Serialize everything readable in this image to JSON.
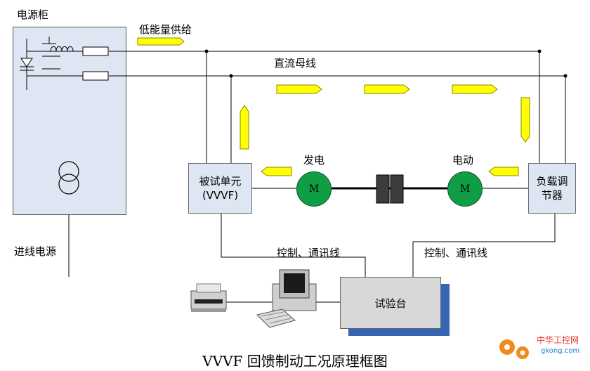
{
  "labels": {
    "cabinet_title": "电源柜",
    "low_energy": "低能量供给",
    "dc_bus": "直流母线",
    "incoming_power": "进线电源",
    "generator": "发电",
    "motor": "电动",
    "ctrl_comm_left": "控制、通讯线",
    "ctrl_comm_right": "控制、通讯线"
  },
  "boxes": {
    "test_unit_line1": "被试单元",
    "test_unit_line2": "(VVVF)",
    "load_reg_line1": "负载调",
    "load_reg_line2": "节器",
    "console": "试验台"
  },
  "motors": {
    "gen_symbol": "M",
    "mot_symbol": "M"
  },
  "caption": "VVVF 回馈制动工况原理框图",
  "watermark": {
    "line1": "中华工控网",
    "line2": "gkong.com"
  },
  "colors": {
    "arrow_fill": "#ffff00",
    "arrow_stroke": "#8a8a00",
    "motor_green": "#0f9e45",
    "box_fill": "#dde6f2",
    "console_shadow": "#3565b4",
    "watermark_orange": "#f08a1c"
  }
}
